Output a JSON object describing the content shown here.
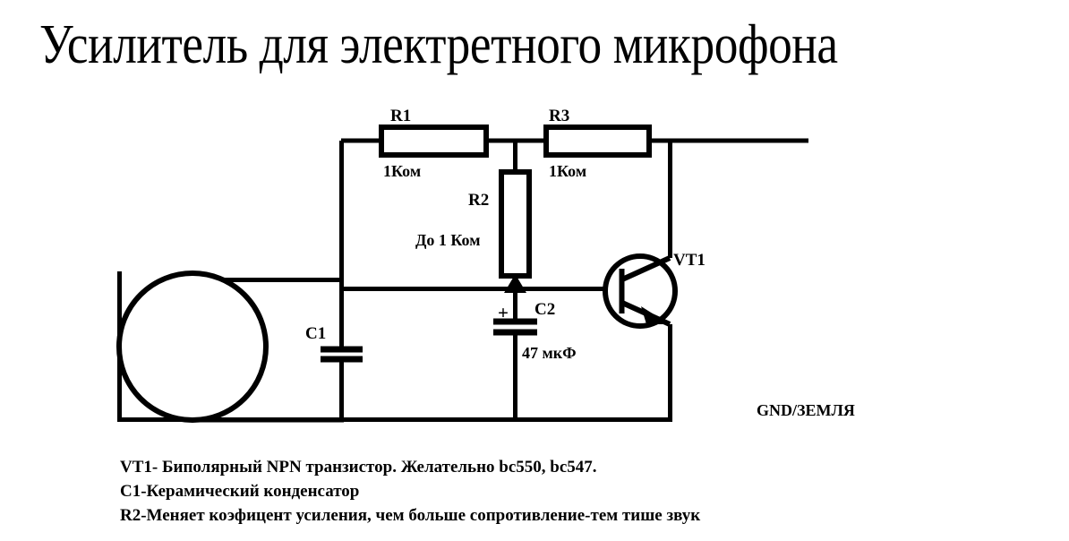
{
  "title": "Усилитель для электретного микрофона",
  "diagram": {
    "type": "circuit-schematic",
    "components": [
      {
        "ref": "R1",
        "kind": "resistor",
        "label": "R1",
        "value": "1Ком",
        "orientation": "horizontal"
      },
      {
        "ref": "R3",
        "kind": "resistor",
        "label": "R3",
        "value": "1Ком",
        "orientation": "horizontal"
      },
      {
        "ref": "R2",
        "kind": "variable-resistor",
        "label": "R2",
        "value": "До 1 Ком",
        "orientation": "vertical"
      },
      {
        "ref": "C1",
        "kind": "capacitor",
        "label": "C1",
        "value": "",
        "polarized": false
      },
      {
        "ref": "C2",
        "kind": "capacitor-polarized",
        "label": "C2",
        "value": "47 мкФ",
        "polarity_marker": "+",
        "polarized": true
      },
      {
        "ref": "VT1",
        "kind": "transistor-npn",
        "label": "VT1",
        "value": ""
      },
      {
        "ref": "MIC1",
        "kind": "microphone",
        "label": "",
        "value": ""
      }
    ],
    "net_labels": {
      "ground": "GND/ЗЕМЛЯ"
    }
  },
  "notes": [
    "VT1- Биполярный NPN транзистор. Желательно bc550, bc547.",
    "C1-Керамический конденсатор",
    "R2-Меняет коэфицент усиления, чем больше сопротивление-тем тише звук"
  ],
  "colors": {
    "ink": "#000000",
    "background": "#ffffff"
  }
}
